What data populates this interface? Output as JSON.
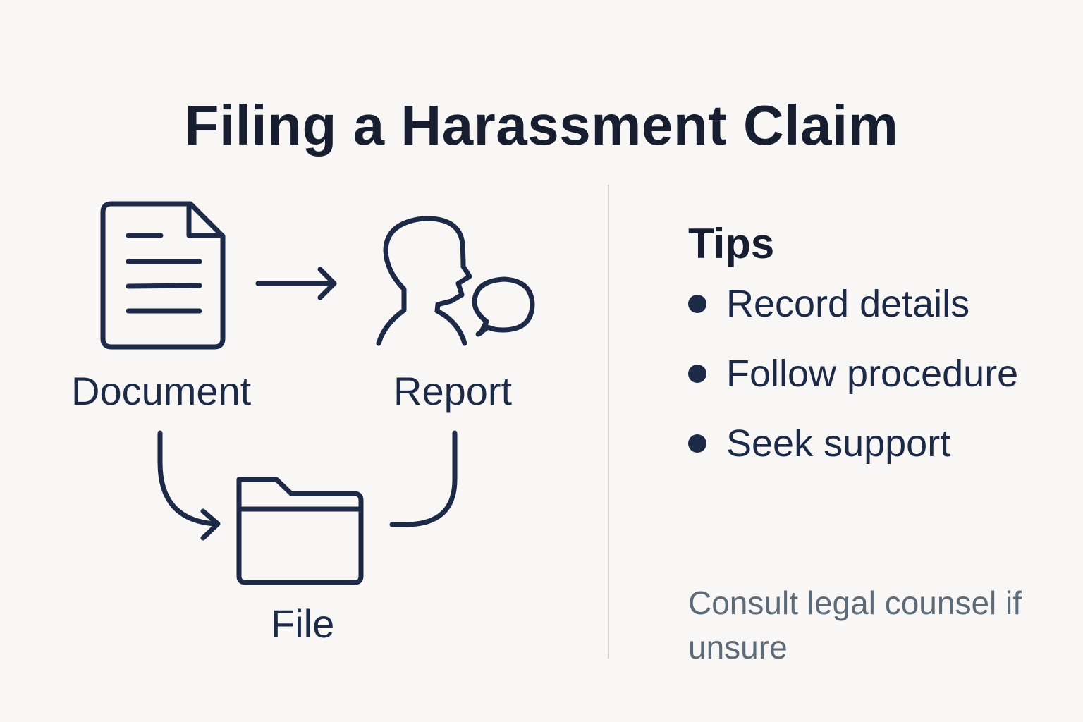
{
  "title": "Filing a Harassment Claim",
  "diagram": {
    "steps": [
      {
        "label": "Document",
        "icon": "document-icon"
      },
      {
        "label": "Report",
        "icon": "person-speaking-icon"
      },
      {
        "label": "File",
        "icon": "folder-icon"
      }
    ],
    "connectors": [
      {
        "from": "Document",
        "to": "Report",
        "icon": "arrow-right-icon"
      },
      {
        "from": "Document",
        "to": "File",
        "icon": "curved-arrow-icon"
      },
      {
        "from": "Report",
        "to": "File",
        "icon": "curved-connector-icon"
      }
    ],
    "colors": {
      "stroke": "#1c2a47",
      "background": "#f8f7f5"
    }
  },
  "tips": {
    "title": "Tips",
    "items": [
      {
        "label": "Record details"
      },
      {
        "label": "Follow procedure"
      },
      {
        "label": "Seek support"
      }
    ],
    "note": "Consult legal counsel if unsure",
    "note_color": "#5d6b78"
  }
}
